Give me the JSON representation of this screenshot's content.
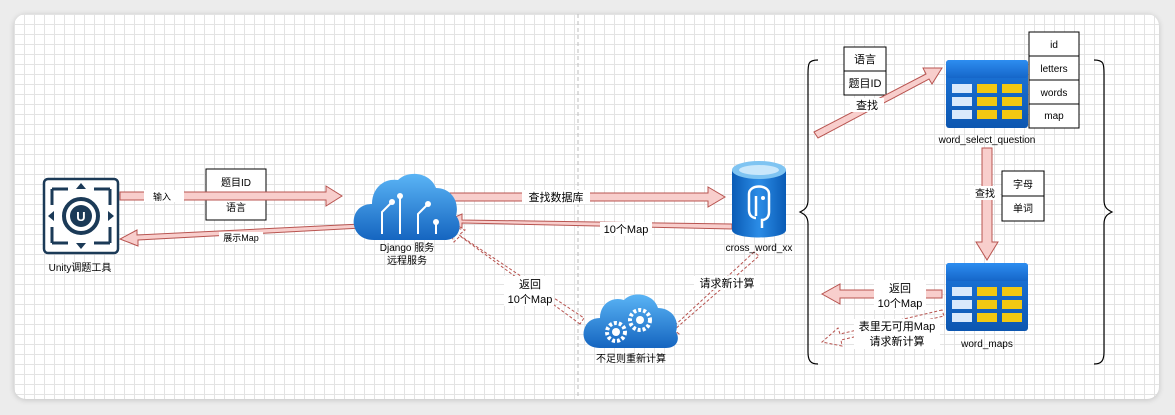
{
  "nodes": {
    "unity": "Unity调题工具",
    "django_line1": "Django 服务",
    "django_line2": "远程服务",
    "db": "cross_word_xx",
    "worker": "不足则重新计算",
    "word_select": "word_select_question",
    "word_maps": "word_maps"
  },
  "input_box": [
    "题目ID",
    "语言"
  ],
  "lookup_box": [
    "语言",
    "题目ID"
  ],
  "columns_box": [
    "id",
    "letters",
    "words",
    "map"
  ],
  "search_box": [
    "字母",
    "单词"
  ],
  "edges": {
    "input": "输入",
    "show_map": "展示Map",
    "query_db": "查找数据库",
    "return_10map_db": "10个Map",
    "return_line1": "返回",
    "return_line2": "10个Map",
    "request_recompute": "请求新计算",
    "find": "查找",
    "find2": "查找",
    "maps_return_line1": "返回",
    "maps_return_line2": "10个Map",
    "no_map_line1": "表里无可用Map",
    "no_map_line2": "请求新计算"
  },
  "colors": {
    "arrow_fill": "#f8cecc",
    "arrow_stroke": "#b85450",
    "azure_blue": "#1f78d1",
    "db_yellow": "#f2c811"
  }
}
